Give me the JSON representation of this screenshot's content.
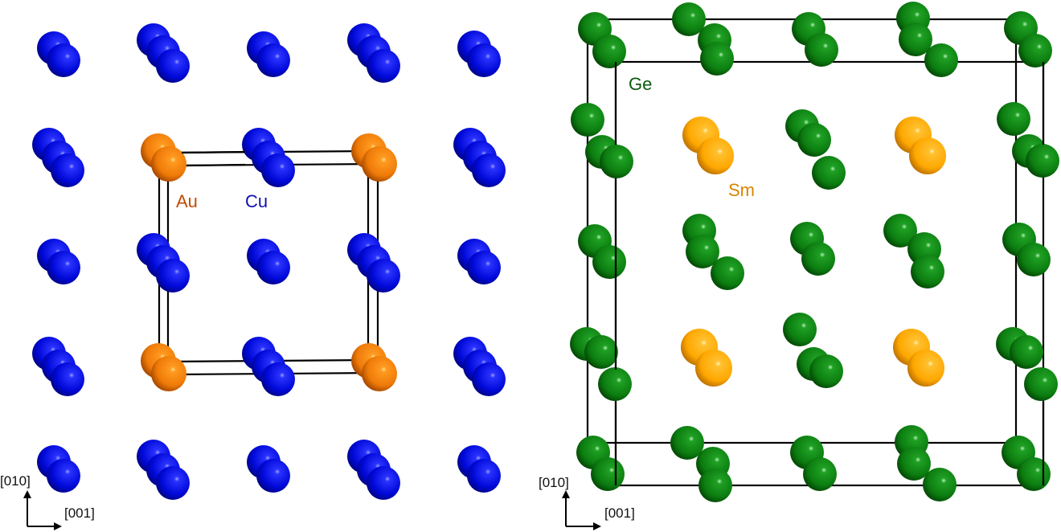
{
  "panels": [
    {
      "id": "left",
      "description": "AuCu crystal structure viewed along [100]",
      "atoms": [
        {
          "element": "Au",
          "label": "Au",
          "color": "#f07a0c",
          "label_color": "#c34a00"
        },
        {
          "element": "Cu",
          "label": "Cu",
          "color": "#0a10e0",
          "label_color": "#1010b0"
        }
      ],
      "axes": {
        "up": "[010]",
        "right": "[001]"
      }
    },
    {
      "id": "right",
      "description": "SmGe crystal structure viewed along [100]",
      "atoms": [
        {
          "element": "Ge",
          "label": "Ge",
          "color": "#0f8a12",
          "label_color": "#0b5a10"
        },
        {
          "element": "Sm",
          "label": "Sm",
          "color": "#ffae0a",
          "label_color": "#d98400"
        }
      ],
      "axes": {
        "up": "[010]",
        "right": "[001]"
      }
    }
  ],
  "labels": {
    "au": "Au",
    "cu": "Cu",
    "ge": "Ge",
    "sm": "Sm",
    "left_axis_up": "[010]",
    "left_axis_right": "[001]",
    "right_axis_up": "[010]",
    "right_axis_right": "[001]"
  }
}
